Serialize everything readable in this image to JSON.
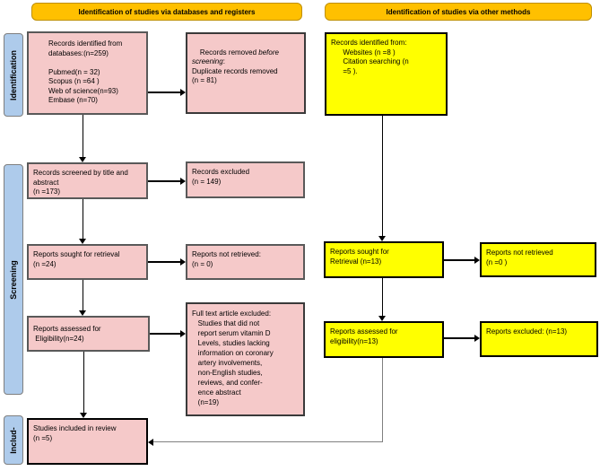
{
  "headers": {
    "left": "Identification of studies via databases and registers",
    "right": "Identification of studies via other methods"
  },
  "sidebar": {
    "identification": "Identification",
    "screening": "Screening",
    "included": "Includ-"
  },
  "colors": {
    "header_fill": "#FFC000",
    "header_border": "#BF8F00",
    "pink_fill": "#F5C9C9",
    "pink_border": "#595959",
    "yellow_fill": "#FFFF00",
    "yellow_border": "#000000",
    "sidebar_fill": "#AECBEB",
    "connector_gray": "#808080"
  },
  "boxes": {
    "db_identified": {
      "text": "Records identified from\ndatabases:(n=259)\n\nPubmed(n = 32)\nScopus (n =64 )\nWeb of science(n=93)\nEmbase (n=70)"
    },
    "records_removed": {
      "prefix": "Records removed ",
      "italic": "before\nscreening",
      "suffix": ":\nDuplicate records removed\n(n = 81)"
    },
    "records_screened": {
      "text": "Records screened by title and\nabstract\n(n =173)"
    },
    "records_excluded": {
      "text": "Records excluded\n(n = 149)"
    },
    "reports_sought": {
      "text": "Reports sought for retrieval\n(n =24)"
    },
    "reports_not_retrieved": {
      "text": "Reports not retrieved:\n(n = 0)"
    },
    "reports_assessed": {
      "text": "Reports assessed for\n Eligibility(n=24)"
    },
    "fulltext_excluded": {
      "text": "Full text article excluded:\n   Studies that did not\n   report serum vitamin D\n   Levels, studies lacking\n   information on coronary\n   artery involvements,\n   non-English studies,\n   reviews, and confer-\n   ence abstract\n   (n=19)"
    },
    "studies_included": {
      "text": "Studies included in review\n(n =5)"
    },
    "other_identified": {
      "text": "Records identified from:\n      Websites (n =8 )\n      Citation searching (n\n      =5 )."
    },
    "other_sought": {
      "text": "Reports sought for\nRetrieval (n=13)"
    },
    "other_not_retrieved": {
      "text": "Reports not retrieved\n(n =0 )"
    },
    "other_assessed": {
      "text": "Reports assessed for\neligibility(n=13)"
    },
    "other_excluded": {
      "text": "Reports excluded: (n=13)"
    }
  }
}
